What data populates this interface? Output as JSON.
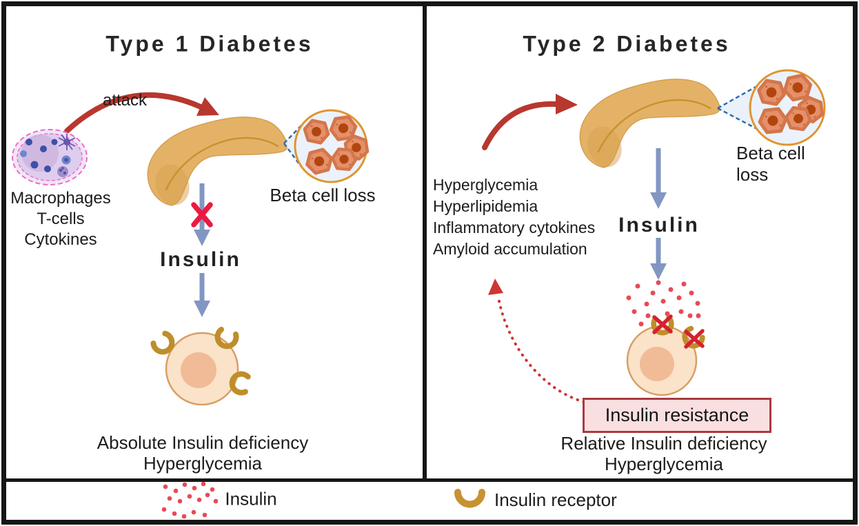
{
  "panels": {
    "type1": {
      "title": "Type 1 Diabetes",
      "attack_label": "attack",
      "immune_labels": [
        "Macrophages",
        "T-cells",
        "Cytokines"
      ],
      "beta_cell_loss_label": "Beta cell loss",
      "insulin_label": "Insulin",
      "outcome_line1": "Absolute Insulin deficiency",
      "outcome_line2": "Hyperglycemia"
    },
    "type2": {
      "title": "Type 2 Diabetes",
      "factors": [
        "Hyperglycemia",
        "Hyperlipidemia",
        "Inflammatory cytokines",
        "Amyloid accumulation"
      ],
      "beta_cell_loss_line1": "Beta cell",
      "beta_cell_loss_line2": "loss",
      "insulin_label": "Insulin",
      "resistance_box_label": "Insulin resistance",
      "outcome_line1": "Relative Insulin deficiency",
      "outcome_line2": "Hyperglycemia"
    }
  },
  "legend": {
    "insulin_label": "Insulin",
    "insulin_receptor_label": "Insulin receptor"
  },
  "colors": {
    "frame_black": "#161616",
    "attack_arrow_red": "#b8372e",
    "flow_arrow_blue": "#8296c3",
    "blocked_x_red": "#ed1940",
    "pancreas_tan": "#e4b267",
    "beta_cell_orange": "#e5906a",
    "beta_nucleus": "#b1450e",
    "magnifier_ring_orange": "#e0952f",
    "magnifier_edge_blue": "#2f6bad",
    "cell_body": "#fae3c8",
    "cell_nucleus": "#f1bb97",
    "receptor_gold": "#bf8e2b",
    "insulin_dot_red": "#e84a55",
    "immune_cell_pink": "#ee6ccb",
    "immune_cell_lavender": "#decdee",
    "resistance_box_fill": "#fadfe1",
    "resistance_box_border": "#a93a40"
  }
}
